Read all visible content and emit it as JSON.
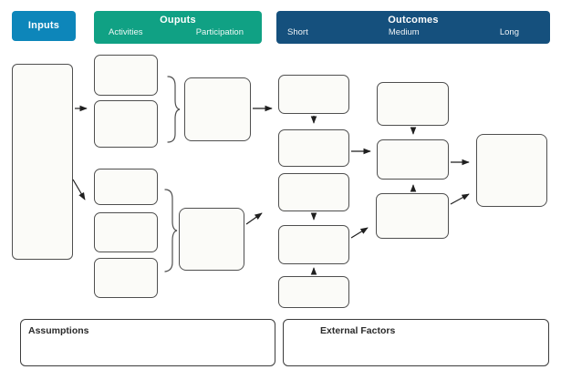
{
  "header": {
    "inputs": {
      "label": "Inputs"
    },
    "outputs": {
      "label": "Ouputs",
      "sub": [
        "Activities",
        "Participation"
      ]
    },
    "outcomes": {
      "label": "Outcomes",
      "sub": [
        "Short",
        "Medium",
        "Long"
      ]
    }
  },
  "footer": {
    "assumptions_label": "Assumptions",
    "external_factors_label": "External Factors"
  },
  "colors": {
    "inputs_header": "#0d86ba",
    "outputs_header": "#10a184",
    "outcomes_header": "#15507d",
    "box_border": "#4f4f4f",
    "box_fill": "#fbfbf8",
    "arrow": "#1f1f1f",
    "label_text": "#2a2a2a"
  }
}
